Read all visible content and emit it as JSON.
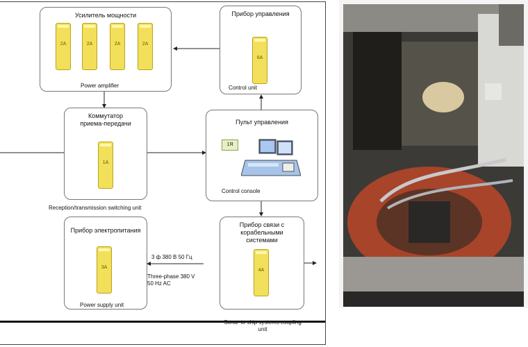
{
  "diagram": {
    "power_amplifier": {
      "title_ru": "Усилитель мощности",
      "title_en": "Power amplifier",
      "cabinets": [
        "2A",
        "2A",
        "2A",
        "2A"
      ]
    },
    "control_unit": {
      "title_ru": "Прибор управления",
      "title_en": "Control unit",
      "cabinet": "6A"
    },
    "switching_unit": {
      "title_ru": "Коммутатор приема-передачи",
      "title_en": "Reception/transmission switching unit",
      "cabinet": "1A"
    },
    "control_console": {
      "title_ru": "Пульт управления",
      "title_en": "Control console",
      "badge": "1Я"
    },
    "power_supply": {
      "title_ru": "Прибор электропитания",
      "title_en": "Power supply unit",
      "cabinet": "3A"
    },
    "coupling_unit": {
      "title_ru": "Прибор связи с корабельными системами",
      "title_en": "Sonar-to-ship systems coupling unit",
      "cabinet": "4A"
    },
    "power_input": {
      "ru": "3 ф 380 В 50 Гц",
      "en_line1": "Three-phase 380 V",
      "en_line2": "50 Hz AC"
    }
  },
  "colors": {
    "cabinet": "#f3e05a",
    "photo_frame": "#f4f4f4"
  }
}
